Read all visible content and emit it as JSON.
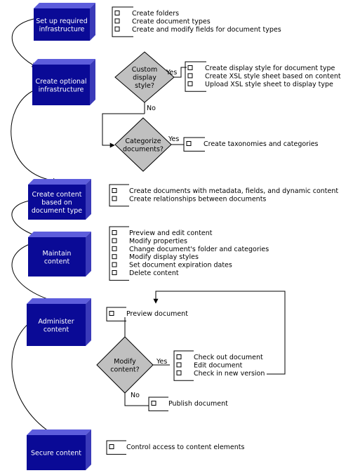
{
  "colors": {
    "block_front": "#0a0a96",
    "block_top": "#5d5ddc",
    "block_side": "#3a3ab9",
    "diamond": "#c0c0c0"
  },
  "blocks": [
    {
      "lines": [
        "Set up required",
        "infrastructure"
      ]
    },
    {
      "lines": [
        "Create optional",
        "infrastructure"
      ]
    },
    {
      "lines": [
        "Create content",
        "based on",
        "document type"
      ]
    },
    {
      "lines": [
        "Maintain",
        "content"
      ]
    },
    {
      "lines": [
        "Administer",
        "content"
      ]
    },
    {
      "lines": [
        "Secure content"
      ]
    }
  ],
  "decisions": [
    {
      "lines": [
        "Custom",
        "display",
        "style?"
      ],
      "yes": "Yes",
      "no": "No"
    },
    {
      "lines": [
        "Categorize",
        "documents?"
      ],
      "yes": "Yes"
    },
    {
      "lines": [
        "Modify",
        "content?"
      ],
      "yes": "Yes",
      "no": "No"
    }
  ],
  "lists": [
    {
      "items": [
        "Create folders",
        "Create document types",
        "Create and modify fields for document types"
      ]
    },
    {
      "items": [
        "Create display style for document type",
        "Create XSL style sheet based on content",
        "Upload XSL style sheet to display type"
      ]
    },
    {
      "items": [
        "Create taxonomies and categories"
      ]
    },
    {
      "items": [
        "Create documents with metadata, fields, and dynamic content",
        "Create relationships between documents"
      ]
    },
    {
      "items": [
        "Preview and edit content",
        "Modify properties",
        "Change document's folder and categories",
        "Modify display styles",
        "Set document expiration dates",
        "Delete content"
      ]
    },
    {
      "items": [
        "Preview document"
      ]
    },
    {
      "items": [
        "Check out document",
        "Edit document",
        "Check in new version"
      ]
    },
    {
      "items": [
        "Publish document"
      ]
    },
    {
      "items": [
        "Control access to content elements"
      ]
    }
  ]
}
